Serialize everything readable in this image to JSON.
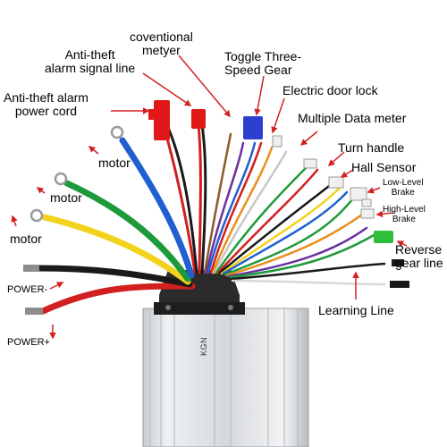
{
  "labels": {
    "conventional_meter": [
      "coventional",
      "metyer"
    ],
    "anti_theft_signal": [
      "Anti-theft",
      "alarm signal line"
    ],
    "toggle_gear": [
      "Toggle Three-",
      "Speed Gear"
    ],
    "door_lock": "Electric door lock",
    "anti_theft_power": [
      "Anti-theft alarm",
      "power cord"
    ],
    "data_meter": "Multiple Data meter",
    "turn_handle": "Turn handle",
    "motor_1": "motor",
    "motor_2": "motor",
    "motor_3": "motor",
    "hall_sensor": "Hall Sensor",
    "low_brake": [
      "Low-Level",
      "Brake"
    ],
    "high_brake": [
      "High-Level",
      "Brake"
    ],
    "reverse_gear": [
      "Reverse",
      "gear line"
    ],
    "power_minus": "POWER-",
    "power_plus": "POWER+",
    "learning_line": "Learning Line"
  },
  "controller_brand": "KGN",
  "colors": {
    "arrow": "#d42020",
    "housing": "#d9dcdf",
    "bracket": "#2b2b2b",
    "wire_blue": "#1f5fd0",
    "wire_green": "#1e9a3a",
    "wire_yellow": "#f2d21a",
    "wire_black": "#1a1a1a",
    "wire_red": "#d21f1f"
  }
}
